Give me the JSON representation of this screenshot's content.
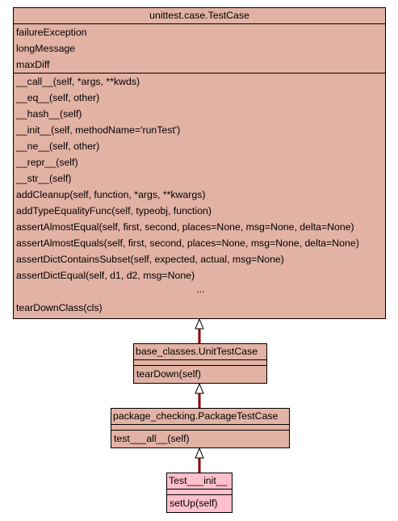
{
  "classes": {
    "testcase": {
      "name": "unittest.case.TestCase",
      "attributes": [
        "failureException",
        "longMessage",
        "maxDiff"
      ],
      "methods": [
        "__call__(self, *args, **kwds)",
        "__eq__(self, other)",
        "__hash__(self)",
        "__init__(self, methodName='runTest')",
        "__ne__(self, other)",
        "__repr__(self)",
        "__str__(self)",
        "addCleanup(self, function, *args, **kwargs)",
        "addTypeEqualityFunc(self, typeobj, function)",
        "assertAlmostEqual(self, first, second, places=None, msg=None, delta=None)",
        "assertAlmostEquals(self, first, second, places=None, msg=None, delta=None)",
        "assertDictContainsSubset(self, expected, actual, msg=None)",
        "assertDictEqual(self, d1, d2, msg=None)"
      ],
      "ellipsis": "...",
      "last_method": "tearDownClass(cls)"
    },
    "unit": {
      "name": "base_classes.UnitTestCase",
      "methods": [
        "tearDown(self)"
      ]
    },
    "package": {
      "name": "package_checking.PackageTestCase",
      "methods": [
        "test___all__(self)"
      ]
    },
    "test_init": {
      "name": "Test___init__",
      "methods": [
        "setUp(self)"
      ]
    }
  },
  "colors": {
    "base_fill": "#e2b2a4",
    "leaf_fill": "#ffc0cb",
    "edge": "#8b0000"
  }
}
